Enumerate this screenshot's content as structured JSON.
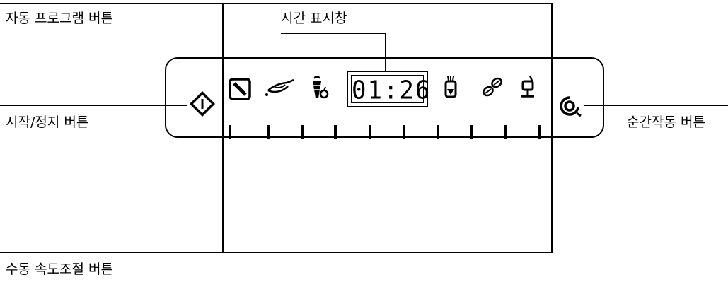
{
  "labels": {
    "auto_program": "자동 프로그램 버튼",
    "time_display": "시간 표시창",
    "start_stop": "시작/정지 버튼",
    "pulse": "순간작동 버튼",
    "manual_speed": "수동 속도조절 버튼"
  },
  "display": {
    "time": "01:26"
  },
  "icons": {
    "start_stop": "diamond-power-icon",
    "program_1": "slashed-square-icon",
    "program_2": "gravy-boat-icon",
    "program_3": "carrot-vegetable-icon",
    "program_4": "blender-jar-icon",
    "program_5": "coffee-beans-icon",
    "program_6": "cocktail-glass-icon",
    "pulse": "pulse-swirl-icon"
  },
  "speed_ticks": 10
}
